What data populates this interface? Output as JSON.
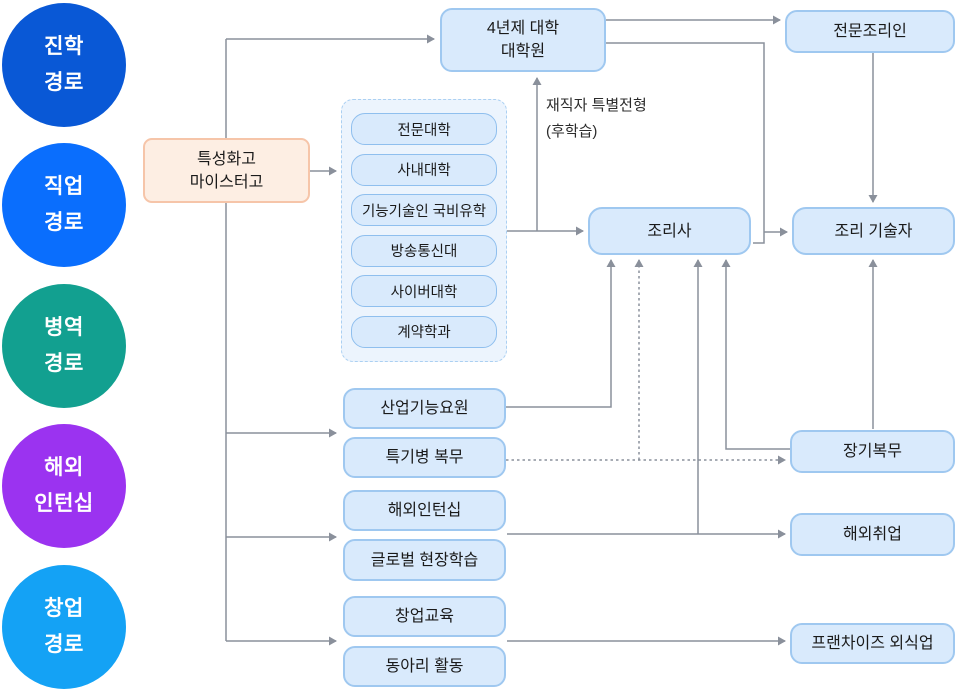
{
  "legend": [
    {
      "id": "advancement",
      "lines": [
        "진학",
        "경로"
      ],
      "color": "#0958d6"
    },
    {
      "id": "employment",
      "lines": [
        "직업",
        "경로"
      ],
      "color": "#0a6efd"
    },
    {
      "id": "military",
      "lines": [
        "병역",
        "경로"
      ],
      "color": "#12a090"
    },
    {
      "id": "overseas",
      "lines": [
        "해외",
        "인턴십"
      ],
      "color": "#9b33f0"
    },
    {
      "id": "startup",
      "lines": [
        "창업",
        "경로"
      ],
      "color": "#14a2f5"
    }
  ],
  "nodes": {
    "source": {
      "lines": [
        "특성화고",
        "마이스터고"
      ]
    },
    "university": {
      "lines": [
        "4년제 대학",
        "대학원"
      ]
    },
    "pro_cook": {
      "label": "전문조리인"
    },
    "cook": {
      "label": "조리사"
    },
    "cook_technician": {
      "label": "조리 기술자"
    },
    "industrial_agent": {
      "label": "산업기능요원"
    },
    "special_soldier": {
      "label": "특기병 복무"
    },
    "overseas_internship": {
      "label": "해외인턴십"
    },
    "global_field_study": {
      "label": "글로벌 현장학습"
    },
    "startup_education": {
      "label": "창업교육"
    },
    "club_activity": {
      "label": "동아리 활동"
    },
    "long_term_service": {
      "label": "장기복무"
    },
    "overseas_employment": {
      "label": "해외취업"
    },
    "franchise": {
      "label": "프랜차이즈 외식업"
    }
  },
  "group": {
    "items": [
      "전문대학",
      "사내대학",
      "기능기술인 국비유학",
      "방송통신대",
      "사이버대학",
      "계약학과"
    ]
  },
  "annotation": {
    "lines": [
      "재직자 특별전형",
      "(후학습)"
    ]
  },
  "colors": {
    "wire": "#8a909b",
    "node_fill": "#d9eafc",
    "node_border": "#9fc8f0",
    "group_fill": "#ecf4fd",
    "group_border": "#abd0f2",
    "source_fill": "#fdeee3",
    "source_border": "#f6c5a9"
  }
}
